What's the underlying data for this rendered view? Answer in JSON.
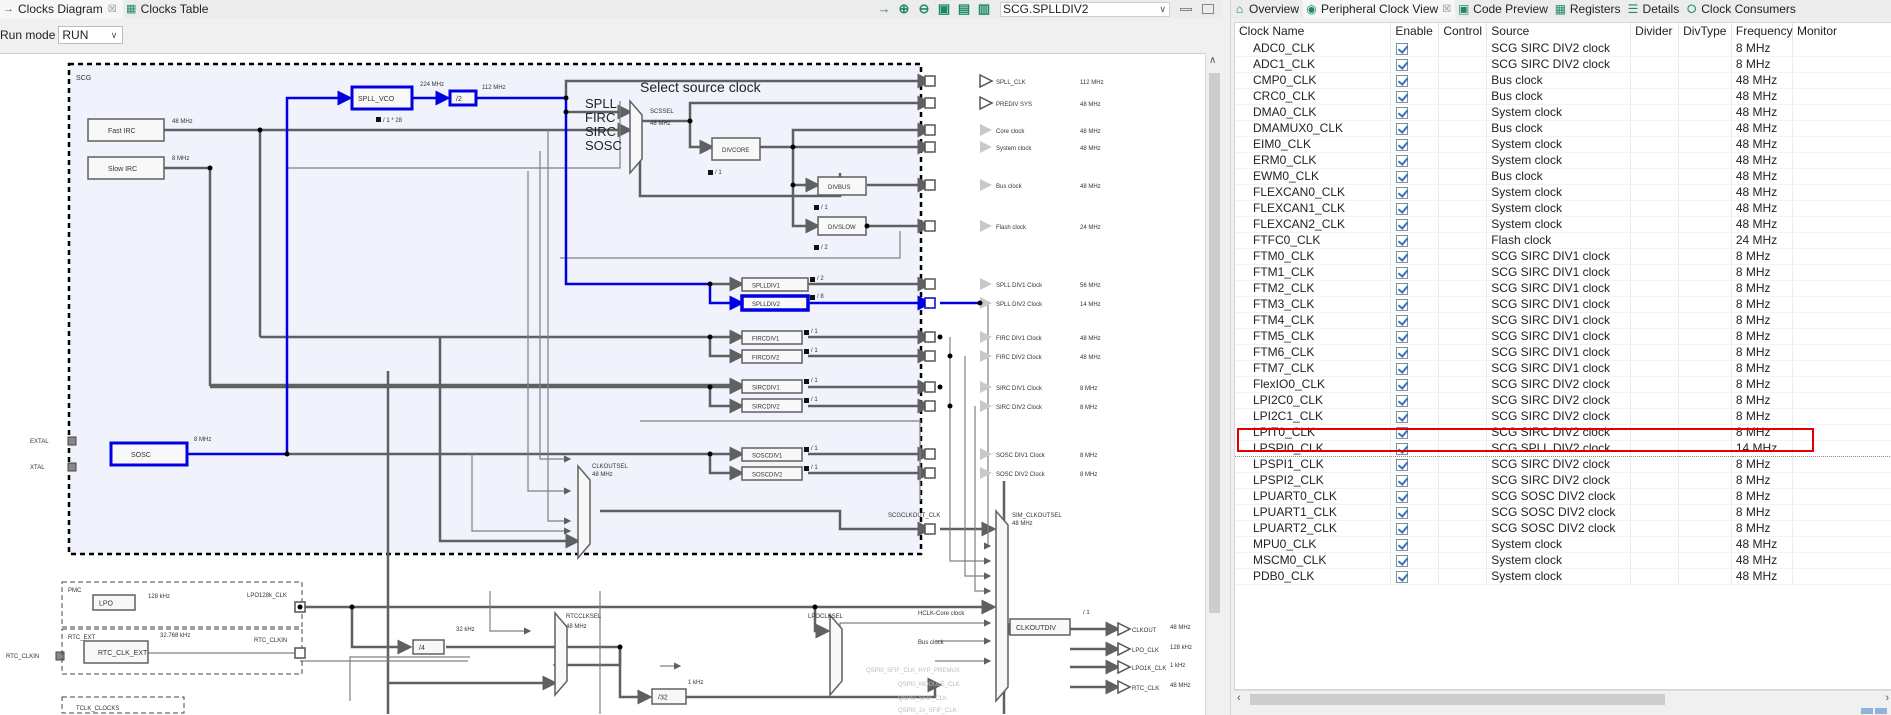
{
  "left_tabs": [
    {
      "label": "Clocks Diagram",
      "icon": "diagram-icon",
      "active": true
    },
    {
      "label": "Clocks Table",
      "icon": "table-icon",
      "active": false
    }
  ],
  "toolbar": {
    "icons": [
      "arrow-right-icon",
      "zoom-in-icon",
      "zoom-out-icon",
      "fit-width-icon",
      "fit-height-icon",
      "fit-page-icon"
    ],
    "element_select": "SCG.SPLLDIV2"
  },
  "run_mode": {
    "label": "Run mode",
    "value": "RUN"
  },
  "diagram": {
    "scg_label": "SCG",
    "title": "Select source clock",
    "sources": {
      "fast_irc": {
        "label": "Fast IRC",
        "freq": "48 MHz"
      },
      "slow_irc": {
        "label": "Slow IRC",
        "freq": "8 MHz"
      },
      "sosc": {
        "label": "SOSC",
        "freq": "8 MHz"
      },
      "spll_vco": {
        "label": "SPLL_VCO",
        "freq": "224 MHz",
        "mult": "/ 1 * 28"
      },
      "div2": {
        "label": "/2",
        "freq": "112 MHz"
      }
    },
    "mux_inputs": [
      "SPLL",
      "FIRC",
      "SIRC",
      "SOSC"
    ],
    "scssel": {
      "label": "SCSSEL",
      "freq": "48 MHz"
    },
    "dividers": {
      "divcore": {
        "label": "DIVCORE",
        "div": "/ 1"
      },
      "divbus": {
        "label": "DIVBUS",
        "div": "/ 1"
      },
      "divslow": {
        "label": "DIVSLOW",
        "div": "/ 2"
      },
      "splldiv1": {
        "label": "SPLLDIV1",
        "div": "/ 2"
      },
      "splldiv2": {
        "label": "SPLLDIV2",
        "div": "/ 8"
      },
      "fircdiv1": {
        "label": "FIRCDIV1",
        "div": "/ 1"
      },
      "fircdiv2": {
        "label": "FIRCDIV2",
        "div": "/ 1"
      },
      "sircdiv1": {
        "label": "SIRCDIV1",
        "div": "/ 1"
      },
      "sircdiv2": {
        "label": "SIRCDIV2",
        "div": "/ 1"
      },
      "soscdiv1": {
        "label": "SOSCDIV1",
        "div": "/ 1"
      },
      "soscdiv2": {
        "label": "SOSCDIV2",
        "div": "/ 1"
      }
    },
    "pins": {
      "extal": "EXTAL",
      "xtal": "XTAL",
      "rtc_clkin": "RTC_CLKIN"
    },
    "outputs": [
      {
        "label": "SPLL_CLK",
        "freq": "112 MHz"
      },
      {
        "label": "PREDIV SYS",
        "freq": "48 MHz"
      },
      {
        "label": "Core clock",
        "freq": "48 MHz"
      },
      {
        "label": "System clock",
        "freq": "48 MHz"
      },
      {
        "label": "Bus clock",
        "freq": "48 MHz"
      },
      {
        "label": "Flash clock",
        "freq": "24 MHz"
      },
      {
        "label": "SPLL DIV1 Clock",
        "freq": "56 MHz"
      },
      {
        "label": "SPLL DIV2 Clock",
        "freq": "14 MHz"
      },
      {
        "label": "FIRC DIV1 Clock",
        "freq": "48 MHz"
      },
      {
        "label": "FIRC DIV2 Clock",
        "freq": "48 MHz"
      },
      {
        "label": "SIRC DIV1 Clock",
        "freq": "8 MHz"
      },
      {
        "label": "SIRC DIV2 Clock",
        "freq": "8 MHz"
      },
      {
        "label": "SOSC DIV1 Clock",
        "freq": "8 MHz"
      },
      {
        "label": "SOSC DIV2 Clock",
        "freq": "8 MHz"
      }
    ],
    "clkoutsel": {
      "label": "CLKOUTSEL",
      "freq": "48 MHz"
    },
    "scgclkout": "SCGCLKOUT_CLK",
    "sim_clkoutsel": {
      "label": "SIM_CLKOUTSEL",
      "freq": "48 MHz"
    },
    "pmc": {
      "label": "PMC",
      "lpo": "LPO",
      "lpo_freq": "128 kHz",
      "lpo_out": "LPO128k_CLK"
    },
    "rtc_ext": {
      "label": "RTC_EXT",
      "block": "RTC_CLK_EXT",
      "freq": "32.768 kHz",
      "out": "RTC_CLKIN"
    },
    "tclk": "TCLK_CLOCKS",
    "div4": {
      "label": "/4",
      "freq": "32 kHz"
    },
    "div32": {
      "label": "/32",
      "freq": "1 kHz"
    },
    "rtcclksel": {
      "label": "RTCCLKSEL",
      "freq": "48 MHz"
    },
    "lpoclksel": {
      "label": "LPOCLKSEL"
    },
    "sim_inputs": [
      "HCLK-Core clock",
      "Bus clock",
      "QSPI0_SFIF_CLK_HYP_PREMUX",
      "QSPI0_MODULE_CLK",
      "QSPI0_SFIF_CLK",
      "QSPI0_2x_SFIF_CLK"
    ],
    "clkoutdiv": {
      "label": "CLKOUTDIV",
      "div": "/ 1"
    },
    "final_outputs": [
      {
        "label": "CLKOUT",
        "freq": "48 MHz"
      },
      {
        "label": "LPO_CLK",
        "freq": "128 kHz"
      },
      {
        "label": "LPO1K_CLK",
        "freq": "1 kHz"
      },
      {
        "label": "RTC_CLK",
        "freq": "48 MHz"
      }
    ],
    "colors": {
      "highlight": "#0000e0",
      "wire": "#606060",
      "scg_bg": "#f0f3fc"
    }
  },
  "right_tabs": [
    {
      "label": "Overview",
      "icon": "home-icon"
    },
    {
      "label": "Peripheral Clock View",
      "icon": "clock-view-icon",
      "active": true
    },
    {
      "label": "Code Preview",
      "icon": "code-icon"
    },
    {
      "label": "Registers",
      "icon": "registers-icon"
    },
    {
      "label": "Details",
      "icon": "details-icon"
    },
    {
      "label": "Clock Consumers",
      "icon": "consumers-icon"
    }
  ],
  "table": {
    "columns": [
      "Clock Name",
      "Enable",
      "Control",
      "Source",
      "Divider",
      "DivType",
      "Frequency",
      "Monitor"
    ],
    "rows": [
      {
        "name": "ADC0_CLK",
        "source": "SCG SIRC DIV2 clock",
        "freq": "8 MHz"
      },
      {
        "name": "ADC1_CLK",
        "source": "SCG SIRC DIV2 clock",
        "freq": "8 MHz"
      },
      {
        "name": "CMP0_CLK",
        "source": "Bus clock",
        "freq": "48 MHz"
      },
      {
        "name": "CRC0_CLK",
        "source": "Bus clock",
        "freq": "48 MHz"
      },
      {
        "name": "DMA0_CLK",
        "source": "System clock",
        "freq": "48 MHz"
      },
      {
        "name": "DMAMUX0_CLK",
        "source": "Bus clock",
        "freq": "48 MHz"
      },
      {
        "name": "EIM0_CLK",
        "source": "System clock",
        "freq": "48 MHz"
      },
      {
        "name": "ERM0_CLK",
        "source": "System clock",
        "freq": "48 MHz"
      },
      {
        "name": "EWM0_CLK",
        "source": "Bus clock",
        "freq": "48 MHz"
      },
      {
        "name": "FLEXCAN0_CLK",
        "source": "System clock",
        "freq": "48 MHz"
      },
      {
        "name": "FLEXCAN1_CLK",
        "source": "System clock",
        "freq": "48 MHz"
      },
      {
        "name": "FLEXCAN2_CLK",
        "source": "System clock",
        "freq": "48 MHz"
      },
      {
        "name": "FTFC0_CLK",
        "source": "Flash clock",
        "freq": "24 MHz"
      },
      {
        "name": "FTM0_CLK",
        "source": "SCG SIRC DIV1 clock",
        "freq": "8 MHz"
      },
      {
        "name": "FTM1_CLK",
        "source": "SCG SIRC DIV1 clock",
        "freq": "8 MHz"
      },
      {
        "name": "FTM2_CLK",
        "source": "SCG SIRC DIV1 clock",
        "freq": "8 MHz"
      },
      {
        "name": "FTM3_CLK",
        "source": "SCG SIRC DIV1 clock",
        "freq": "8 MHz"
      },
      {
        "name": "FTM4_CLK",
        "source": "SCG SIRC DIV1 clock",
        "freq": "8 MHz"
      },
      {
        "name": "FTM5_CLK",
        "source": "SCG SIRC DIV1 clock",
        "freq": "8 MHz"
      },
      {
        "name": "FTM6_CLK",
        "source": "SCG SIRC DIV1 clock",
        "freq": "8 MHz"
      },
      {
        "name": "FTM7_CLK",
        "source": "SCG SIRC DIV1 clock",
        "freq": "8 MHz"
      },
      {
        "name": "FlexIO0_CLK",
        "source": "SCG SIRC DIV2 clock",
        "freq": "8 MHz"
      },
      {
        "name": "LPI2C0_CLK",
        "source": "SCG SIRC DIV2 clock",
        "freq": "8 MHz"
      },
      {
        "name": "LPI2C1_CLK",
        "source": "SCG SIRC DIV2 clock",
        "freq": "8 MHz"
      },
      {
        "name": "LPIT0_CLK",
        "source": "SCG SIRC DIV2 clock",
        "freq": "8 MHz"
      },
      {
        "name": "LPSPI0_CLK",
        "source": "SCG SPLL DIV2 clock",
        "freq": "14 MHz",
        "selected": true
      },
      {
        "name": "LPSPI1_CLK",
        "source": "SCG SIRC DIV2 clock",
        "freq": "8 MHz"
      },
      {
        "name": "LPSPI2_CLK",
        "source": "SCG SIRC DIV2 clock",
        "freq": "8 MHz"
      },
      {
        "name": "LPUART0_CLK",
        "source": "SCG SOSC DIV2 clock",
        "freq": "8 MHz"
      },
      {
        "name": "LPUART1_CLK",
        "source": "SCG SOSC DIV2 clock",
        "freq": "8 MHz"
      },
      {
        "name": "LPUART2_CLK",
        "source": "SCG SOSC DIV2 clock",
        "freq": "8 MHz"
      },
      {
        "name": "MPU0_CLK",
        "source": "System clock",
        "freq": "48 MHz"
      },
      {
        "name": "MSCM0_CLK",
        "source": "System clock",
        "freq": "48 MHz"
      },
      {
        "name": "PDB0_CLK",
        "source": "System clock",
        "freq": "48 MHz"
      }
    ]
  }
}
